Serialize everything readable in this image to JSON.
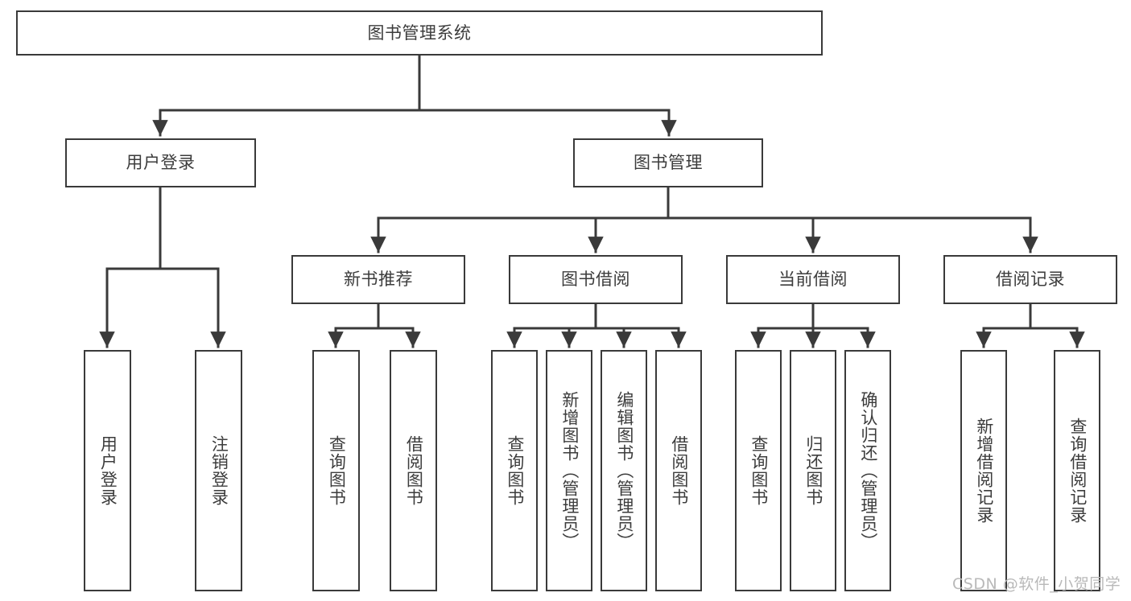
{
  "diagram": {
    "title": "图书管理系统",
    "type": "hierarchy-tree",
    "stroke_color": "#3a3a3a",
    "background_color": "#ffffff",
    "text_color": "#3c3c3c"
  },
  "nodes": {
    "root": {
      "label": "图书管理系统"
    },
    "level1": [
      {
        "id": "user-login",
        "label": "用户登录"
      },
      {
        "id": "book-management",
        "label": "图书管理"
      }
    ],
    "level2": [
      {
        "id": "new-book-recommend",
        "label": "新书推荐"
      },
      {
        "id": "book-borrow",
        "label": "图书借阅"
      },
      {
        "id": "current-borrow",
        "label": "当前借阅"
      },
      {
        "id": "borrow-record",
        "label": "借阅记录"
      }
    ],
    "leaves": {
      "user_login": [
        {
          "id": "leaf-user-login",
          "label": "用户登录"
        },
        {
          "id": "leaf-logout-login",
          "label": "注销登录"
        }
      ],
      "new_book_recommend": [
        {
          "id": "leaf-query-book-1",
          "label": "查询图书"
        },
        {
          "id": "leaf-borrow-book-1",
          "label": "借阅图书"
        }
      ],
      "book_borrow": [
        {
          "id": "leaf-query-book-2",
          "label": "查询图书"
        },
        {
          "id": "leaf-add-book",
          "label": "新增图书（管理员）"
        },
        {
          "id": "leaf-edit-book",
          "label": "编辑图书（管理员）"
        },
        {
          "id": "leaf-borrow-book-2",
          "label": "借阅图书"
        }
      ],
      "current_borrow": [
        {
          "id": "leaf-query-book-3",
          "label": "查询图书"
        },
        {
          "id": "leaf-return-book",
          "label": "归还图书"
        },
        {
          "id": "leaf-confirm-return",
          "label": "确认归还（管理员）"
        }
      ],
      "borrow_record": [
        {
          "id": "leaf-add-borrow-record",
          "label": "新增借阅记录"
        },
        {
          "id": "leaf-query-borrow-record",
          "label": "查询借阅记录"
        }
      ]
    }
  },
  "watermark": {
    "text": "CSDN @软件_小贺同学"
  }
}
